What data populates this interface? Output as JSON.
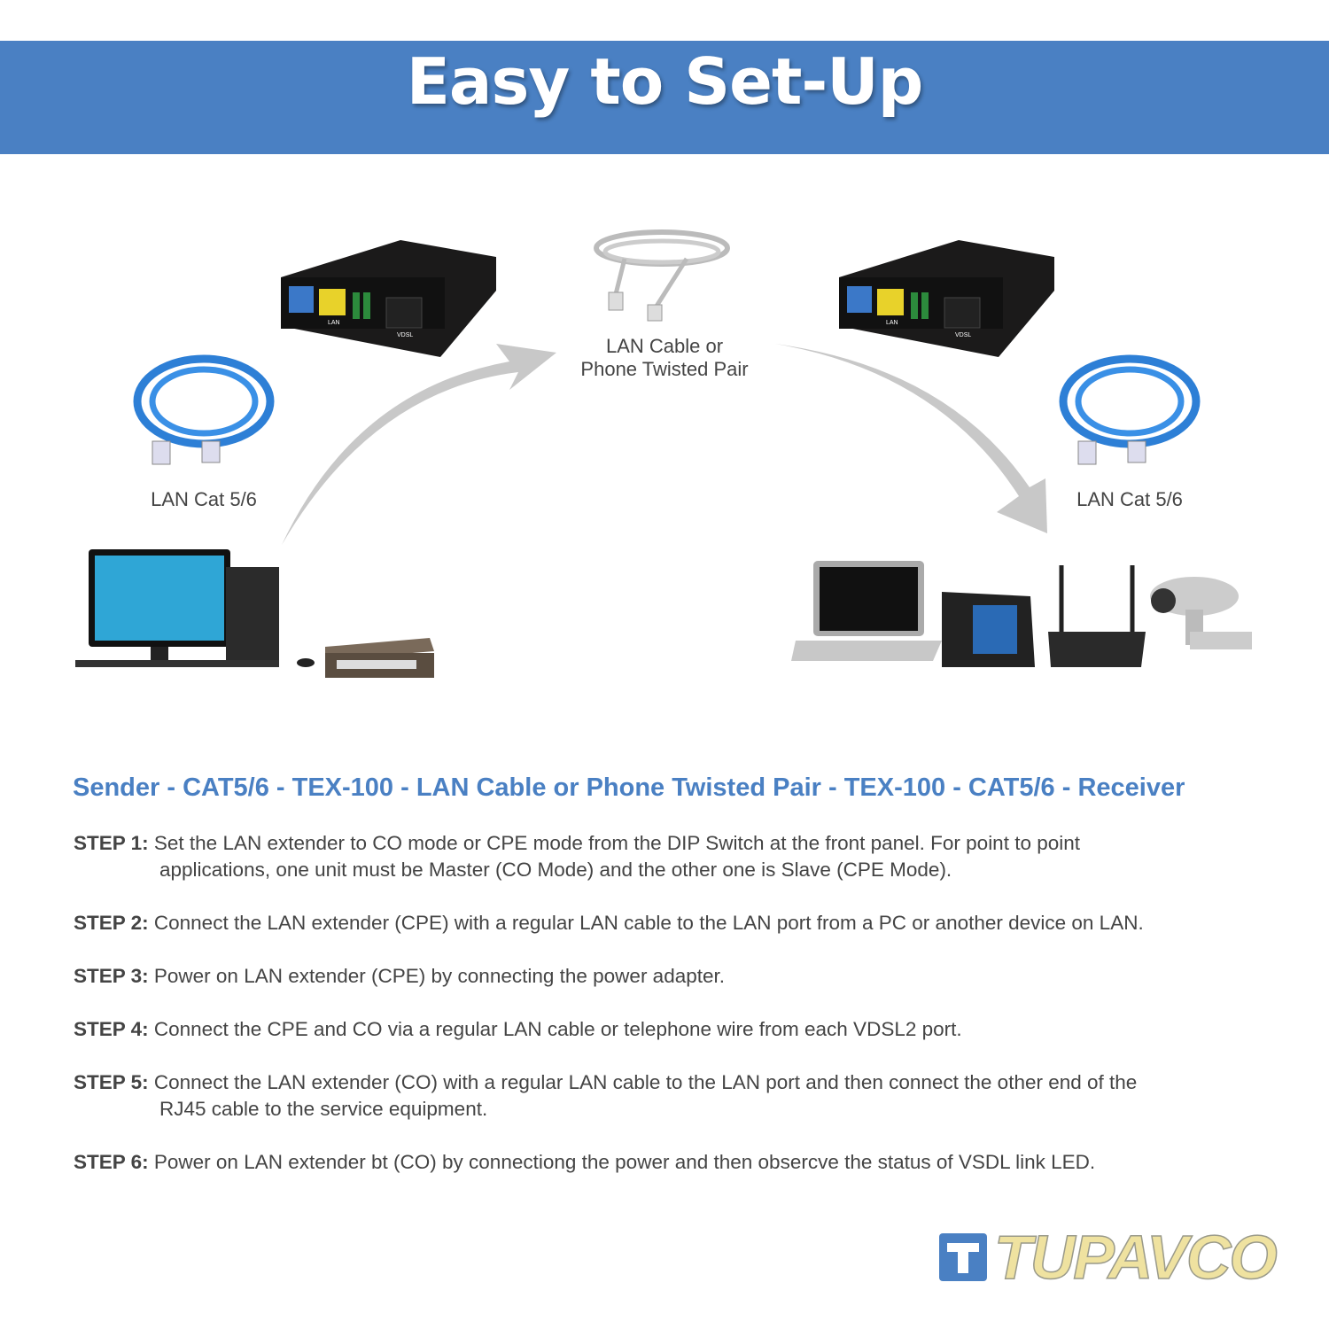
{
  "header": {
    "title": "Easy to Set-Up"
  },
  "diagram": {
    "left_cable_label": "LAN Cat 5/6",
    "right_cable_label": "LAN Cat 5/6",
    "middle_cable_label_line1": "LAN Cable or",
    "middle_cable_label_line2": "Phone Twisted Pair",
    "device_port_lan": "LAN",
    "device_port_vdsl": "VDSL",
    "accent_color": "#4a80c3",
    "arrow_color": "#c8c8c8"
  },
  "chain_heading": "Sender - CAT5/6 - TEX-100 - LAN Cable or Phone Twisted Pair - TEX-100 - CAT5/6 - Receiver",
  "steps": [
    {
      "label": "STEP 1:",
      "text": "Set the LAN extender to CO mode or CPE mode from the DIP Switch at the front panel. For point to point",
      "text2": "applications, one unit must be Master (CO Mode) and the other one is Slave (CPE Mode)."
    },
    {
      "label": "STEP 2:",
      "text": "Connect the LAN extender (CPE) with a regular LAN cable to the LAN port from a PC or another device on LAN."
    },
    {
      "label": "STEP 3:",
      "text": "Power on LAN extender (CPE) by connecting the power adapter."
    },
    {
      "label": "STEP 4:",
      "text": "Connect the CPE and CO via a regular LAN cable or telephone wire from each VDSL2 port."
    },
    {
      "label": "STEP 5:",
      "text": "Connect the LAN extender (CO) with a regular LAN cable to the LAN port and then connect the other end of the",
      "text2": "RJ45 cable to the service equipment."
    },
    {
      "label": "STEP 6:",
      "text": "Power on LAN extender bt (CO) by connectiong the power and then obsercve the status of VSDL link LED."
    }
  ],
  "brand": {
    "name": "TUPAVCO"
  }
}
